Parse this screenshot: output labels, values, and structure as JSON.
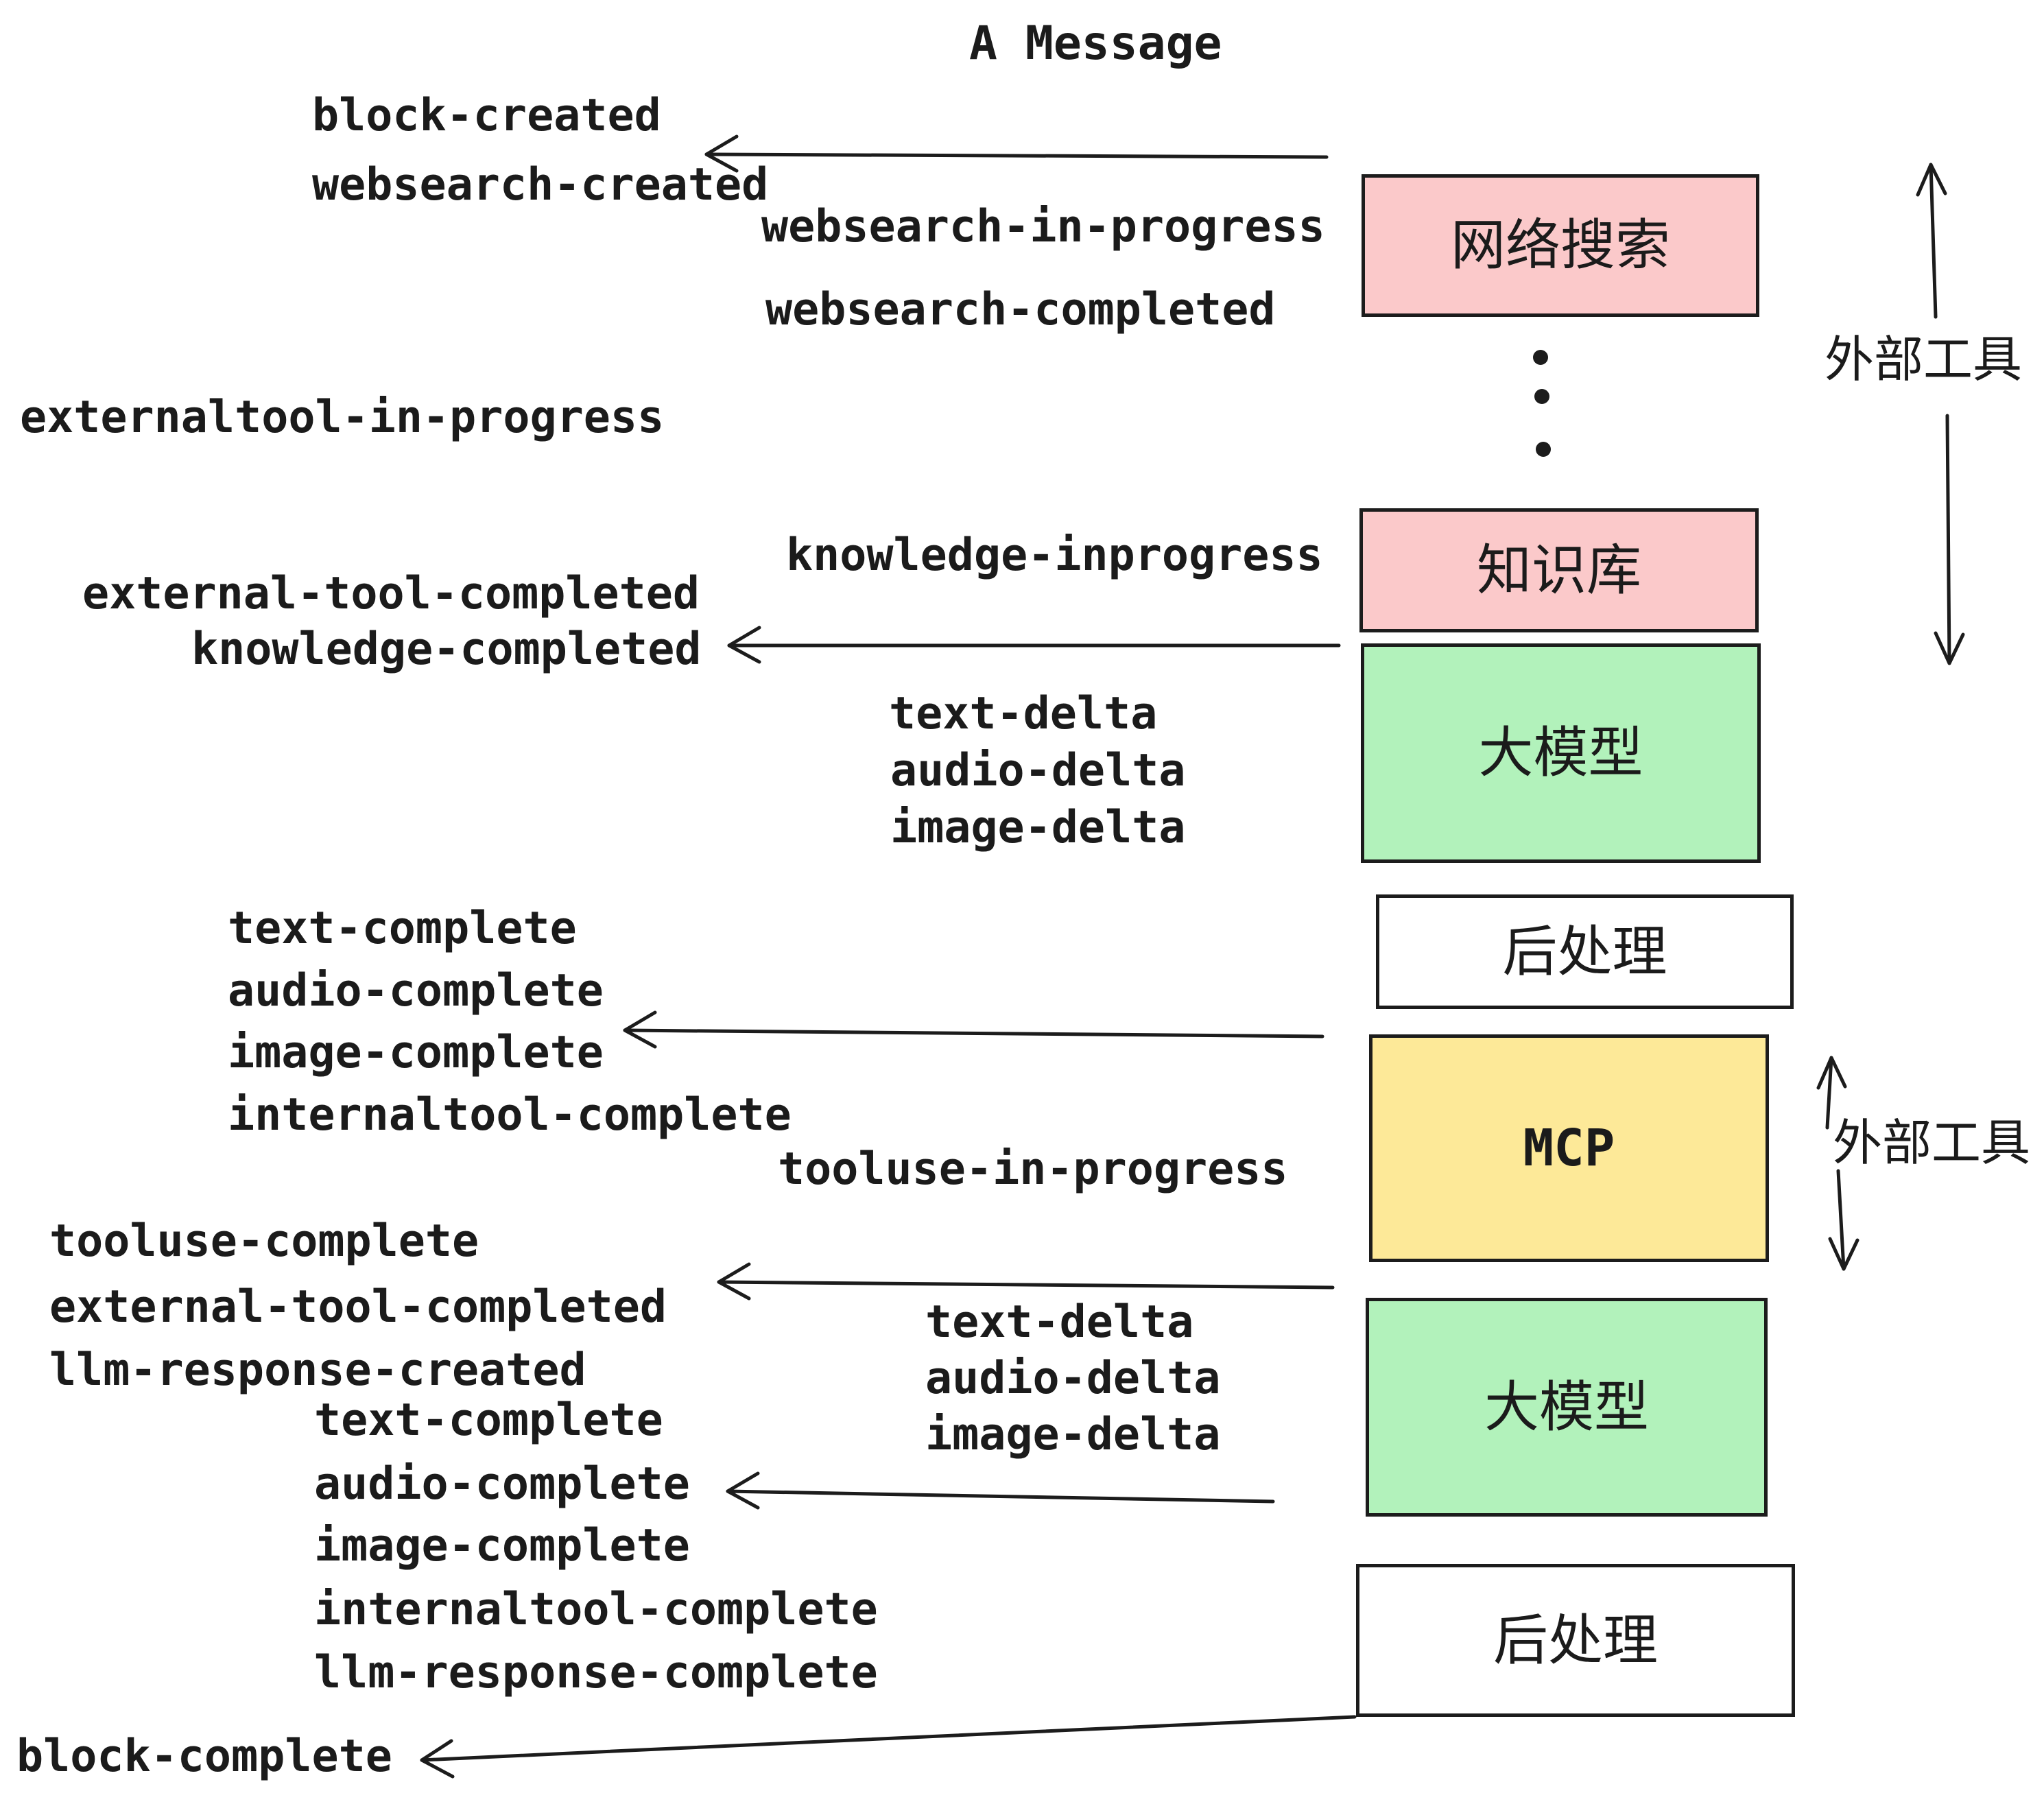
{
  "title": "A Message",
  "colors": {
    "box_pink": "#fbc9ca",
    "box_green": "#b2f2bb",
    "box_yellow": "#fde998",
    "box_white": "#ffffff",
    "stroke": "#1c1c1c",
    "text": "#1b1b1b",
    "background": "#ffffff"
  },
  "boxes": [
    {
      "id": "websearch",
      "label": "网络搜索",
      "color": "#fbc9ca"
    },
    {
      "id": "knowledge",
      "label": "知识库",
      "color": "#fbc9ca"
    },
    {
      "id": "llm-1",
      "label": "大模型",
      "color": "#b2f2bb"
    },
    {
      "id": "postprocess-1",
      "label": "后处理",
      "color": "#ffffff"
    },
    {
      "id": "mcp",
      "label": "MCP",
      "color": "#fde998"
    },
    {
      "id": "llm-2",
      "label": "大模型",
      "color": "#b2f2bb"
    },
    {
      "id": "postprocess-2",
      "label": "后处理",
      "color": "#ffffff"
    }
  ],
  "side_labels": [
    {
      "text": "外部工具"
    },
    {
      "text": "外部工具"
    }
  ],
  "events": [
    {
      "text": "block-created"
    },
    {
      "text": "websearch-created"
    },
    {
      "text": "websearch-in-progress"
    },
    {
      "text": "websearch-completed"
    },
    {
      "text": "externaltool-in-progress"
    },
    {
      "text": "knowledge-inprogress"
    },
    {
      "text": "external-tool-completed"
    },
    {
      "text": "knowledge-completed"
    },
    {
      "text": "text-delta"
    },
    {
      "text": "audio-delta"
    },
    {
      "text": "image-delta"
    },
    {
      "text": "text-complete"
    },
    {
      "text": "audio-complete"
    },
    {
      "text": "image-complete"
    },
    {
      "text": "internaltool-complete"
    },
    {
      "text": "tooluse-in-progress"
    },
    {
      "text": "tooluse-complete"
    },
    {
      "text": "external-tool-completed"
    },
    {
      "text": "llm-response-created"
    },
    {
      "text": "text-delta"
    },
    {
      "text": "audio-delta"
    },
    {
      "text": "image-delta"
    },
    {
      "text": "text-complete"
    },
    {
      "text": "audio-complete"
    },
    {
      "text": "image-complete"
    },
    {
      "text": "internaltool-complete"
    },
    {
      "text": "llm-response-complete"
    },
    {
      "text": "block-complete"
    }
  ]
}
